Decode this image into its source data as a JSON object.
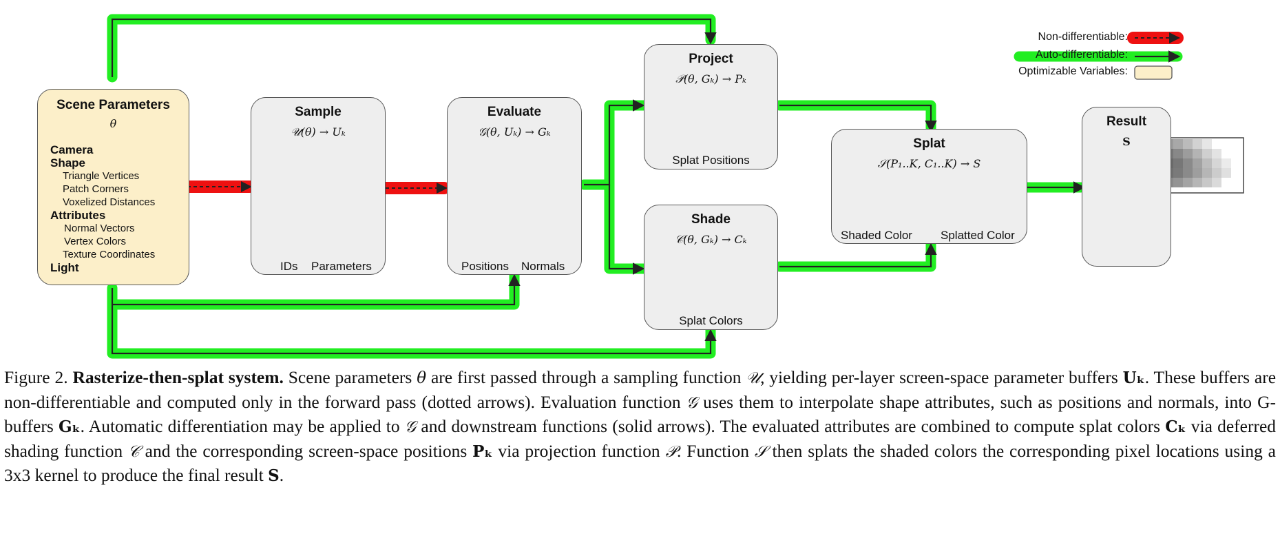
{
  "legend": {
    "non_diff": "Non-differentiable:",
    "auto_diff": "Auto-differentiable:",
    "optimizable": "Optimizable Variables:"
  },
  "colors": {
    "red_highlight": "#ee1111",
    "green_highlight": "#22ee22",
    "scene_fill": "#fcefc9",
    "box_fill": "#eeeeee",
    "magenta": "#ee00ee",
    "light_magenta": "#f4a8f4"
  },
  "scene": {
    "title": "Scene Parameters",
    "symbol": "θ",
    "camera": "Camera",
    "shape": "Shape",
    "shape_items": [
      "Triangle Vertices",
      "Patch Corners",
      "Voxelized Distances"
    ],
    "attributes": "Attributes",
    "attr_items": [
      "Normal Vectors",
      "Vertex Colors",
      "Texture Coordinates"
    ],
    "light": "Light"
  },
  "sample": {
    "title": "Sample",
    "eq": "𝒰(θ) → Uₖ",
    "label1": "IDs",
    "label2": "Parameters"
  },
  "evaluate": {
    "title": "Evaluate",
    "eq": "𝒢(θ, Uₖ) → Gₖ",
    "label1": "Positions",
    "label2": "Normals"
  },
  "project": {
    "title": "Project",
    "eq": "𝒫(θ, Gₖ) → Pₖ",
    "label": "Splat Positions"
  },
  "shade": {
    "title": "Shade",
    "eq": "𝒞(θ, Gₖ) → Cₖ",
    "label": "Splat Colors"
  },
  "splat": {
    "title": "Splat",
    "eq": "𝒮(P₁..K, C₁..K) → S",
    "label1": "Shaded Color",
    "label2": "Splatted Color"
  },
  "result": {
    "title": "Result",
    "symbol": "S"
  },
  "caption": {
    "prefix": "Figure 2.",
    "bold_title": "Rasterize-then-splat system.",
    "body_1": "Scene parameters",
    "theta": "θ",
    "body_2": "are first passed through a sampling function",
    "U": "𝒰",
    "body_3": ", yielding per-layer screen-space parameter buffers",
    "Uk": "Uₖ",
    "body_4": ". These buffers are non-differentiable and computed only in the forward pass (dotted arrows). Evaluation function",
    "G": "𝒢",
    "body_5": "uses them to interpolate shape attributes, such as positions and normals, into G-buffers",
    "Gk": "Gₖ",
    "body_6": ". Automatic differentiation may be applied to",
    "G2": "𝒢",
    "body_7": "and downstream functions (solid arrows). The evaluated attributes are combined to compute splat colors",
    "Ck": "Cₖ",
    "body_8": "via deferred shading function",
    "C": "𝒞",
    "body_9": "and the corresponding screen-space positions",
    "Pk": "Pₖ",
    "body_10": "via projection function",
    "P": "𝒫",
    "body_11": ". Function",
    "S": "𝒮",
    "body_12": "then splats the shaded colors the corresponding pixel locations using a 3x3 kernel to produce the final result",
    "Sbold": "S",
    "end": "."
  }
}
